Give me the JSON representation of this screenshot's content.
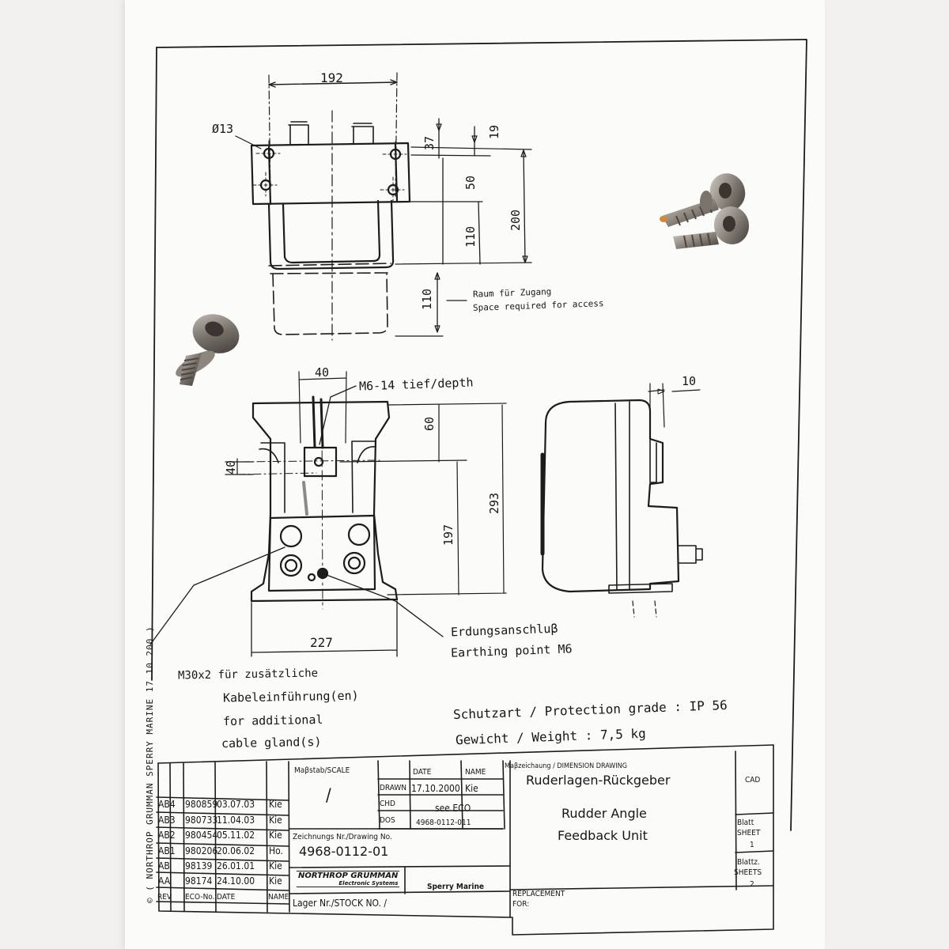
{
  "dims": {
    "w192": "192",
    "d13": "Ø13",
    "h19": "19",
    "h37": "37",
    "h50": "50",
    "h200": "200",
    "h110a": "110",
    "h110b": "110",
    "w40": "40",
    "h60": "60",
    "h40": "40",
    "h293": "293",
    "h197": "197",
    "w227": "227",
    "w10": "10"
  },
  "notes": {
    "access_de": "Raum für Zugang",
    "access_en": "Space required for access",
    "thread": "M6-14 tief/depth",
    "earth_de": "Erdungsanschluβ",
    "earth_en": "Earthing point M6",
    "gland_1": "M30x2 für zusätzliche",
    "gland_2": "Kabeleinführung(en)",
    "gland_3": "for additional",
    "gland_4": "cable gland(s)",
    "protection": "Schutzart / Protection grade : IP 56",
    "weight": "Gewicht / Weight : 7,5 kg",
    "copyright": "© ( NORTHROP GRUMMAN SPERRY MARINE  17.10.200 )"
  },
  "title_block": {
    "scale_label": "Maβstab/SCALE",
    "scale_value": "/",
    "date_label": "DATE",
    "name_label": "NAME",
    "drawn_label": "DRAWN",
    "drawn_date": "17.10.2000",
    "drawn_name": "Kie",
    "chd_label": "CHD",
    "chd_value": "see ECO",
    "dos_label": "DOS",
    "dos_value": "4968-0112-011",
    "drawing_no_label": "Zeichnungs Nr./Drawing No.",
    "drawing_no": "4968-0112-01",
    "company_1": "NORTHROP GRUMMAN",
    "company_1_sub": "Electronic Systems",
    "company_2": "Sperry Marine",
    "stock_label": "Lager Nr./STOCK NO. /",
    "dim_drawing_label": "Maβzeichaung / DIMENSION DRAWING",
    "title_de": "Ruderlagen-Rückgeber",
    "title_en_1": "Rudder Angle",
    "title_en_2": "Feedback Unit",
    "cad": "CAD",
    "sheet_label_1": "Blatt",
    "sheet_label_2": "SHEET",
    "sheet_value": "1",
    "sheets_label_1": "Blattz.",
    "sheets_label_2": "SHEETS",
    "sheets_value": "2",
    "replacement_1": "REPLACEMENT",
    "replacement_2": "FOR:"
  },
  "revisions": {
    "headers": [
      "REV",
      "ECO-No.",
      "DATE",
      "NAME"
    ],
    "rows": [
      [
        "AB4",
        "980859",
        "03.07.03",
        "Kie"
      ],
      [
        "AB3",
        "980733",
        "11.04.03",
        "Kie"
      ],
      [
        "AB2",
        "980454",
        "05.11.02",
        "Kie"
      ],
      [
        "AB1",
        "980206",
        "20.06.02",
        "Ho."
      ],
      [
        "AB",
        "98139",
        "26.01.01",
        "Kie"
      ],
      [
        "AA",
        "98174",
        "24.10.00",
        "Kie"
      ]
    ]
  }
}
